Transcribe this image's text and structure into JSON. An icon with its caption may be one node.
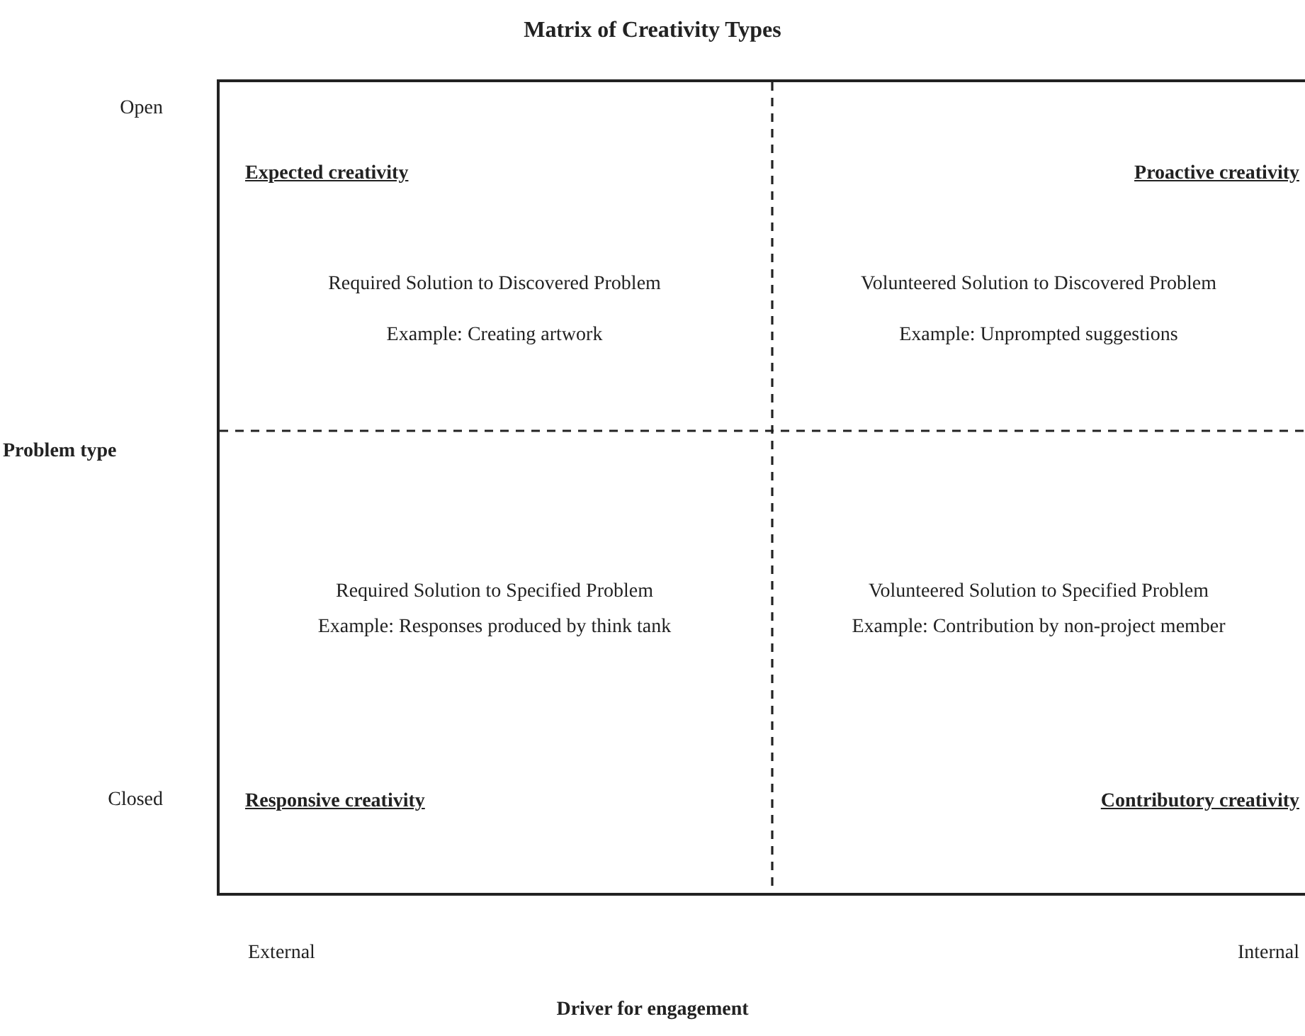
{
  "diagram": {
    "title": "Matrix of Creativity Types",
    "nodes": [
      {
        "text": [
          "Expected creativity",
          "Required Solution to Discovered Problem",
          "Example: Creating artwork"
        ]
      },
      {
        "text": [
          "Proactive creativity",
          "Volunteered Solution to Discovered Problem",
          "Example: Unprompted suggestions"
        ]
      },
      {
        "text": [
          "Required Solution to Specified Problem",
          "Example: Responses produced by think tank",
          "Responsive creativity"
        ]
      },
      {
        "text": [
          "Volunteered Solution to Specified Problem",
          "Example: Contribution by non-project member",
          "Contributory creativity"
        ]
      }
    ],
    "labels": [
      "Open",
      "Problem type",
      "Closed",
      "External",
      "Internal",
      "Driver for engagement"
    ]
  }
}
